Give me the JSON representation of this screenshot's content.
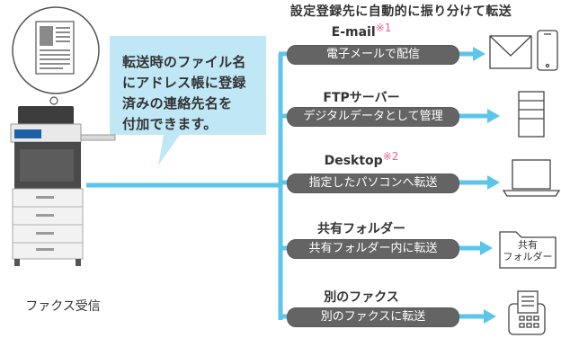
{
  "caption": "設定登録先に自動的に振り分けて転送",
  "callout": {
    "lines": [
      "転送時のファイル名",
      "にアドレス帳に登録",
      "済みの連絡先名を",
      "付加できます。"
    ]
  },
  "source_label": "ファクス受信",
  "destinations": [
    {
      "title": "E-mail",
      "note": "※1",
      "action": "電子メールで配信",
      "icons": [
        "envelope-icon",
        "smartphone-icon"
      ]
    },
    {
      "title": "FTPサーバー",
      "note": "",
      "action": "デジタルデータとして管理",
      "icons": [
        "server-icon"
      ]
    },
    {
      "title": "Desktop",
      "note": "※2",
      "action": "指定したパソコンへ転送",
      "icons": [
        "laptop-icon"
      ]
    },
    {
      "title": "共有フォルダー",
      "note": "",
      "action": "共有フォルダー内に転送",
      "icons": [
        "folder-icon"
      ]
    },
    {
      "title": "別のファクス",
      "note": "",
      "action": "別のファクスに転送",
      "icons": [
        "fax-icon"
      ]
    }
  ],
  "folder_icon_label": [
    "共有",
    "フォルダー"
  ],
  "colors": {
    "line": "#5bc6ea",
    "pill": "#646464",
    "callout": "#bfe7f5",
    "note": "#f0608a"
  }
}
